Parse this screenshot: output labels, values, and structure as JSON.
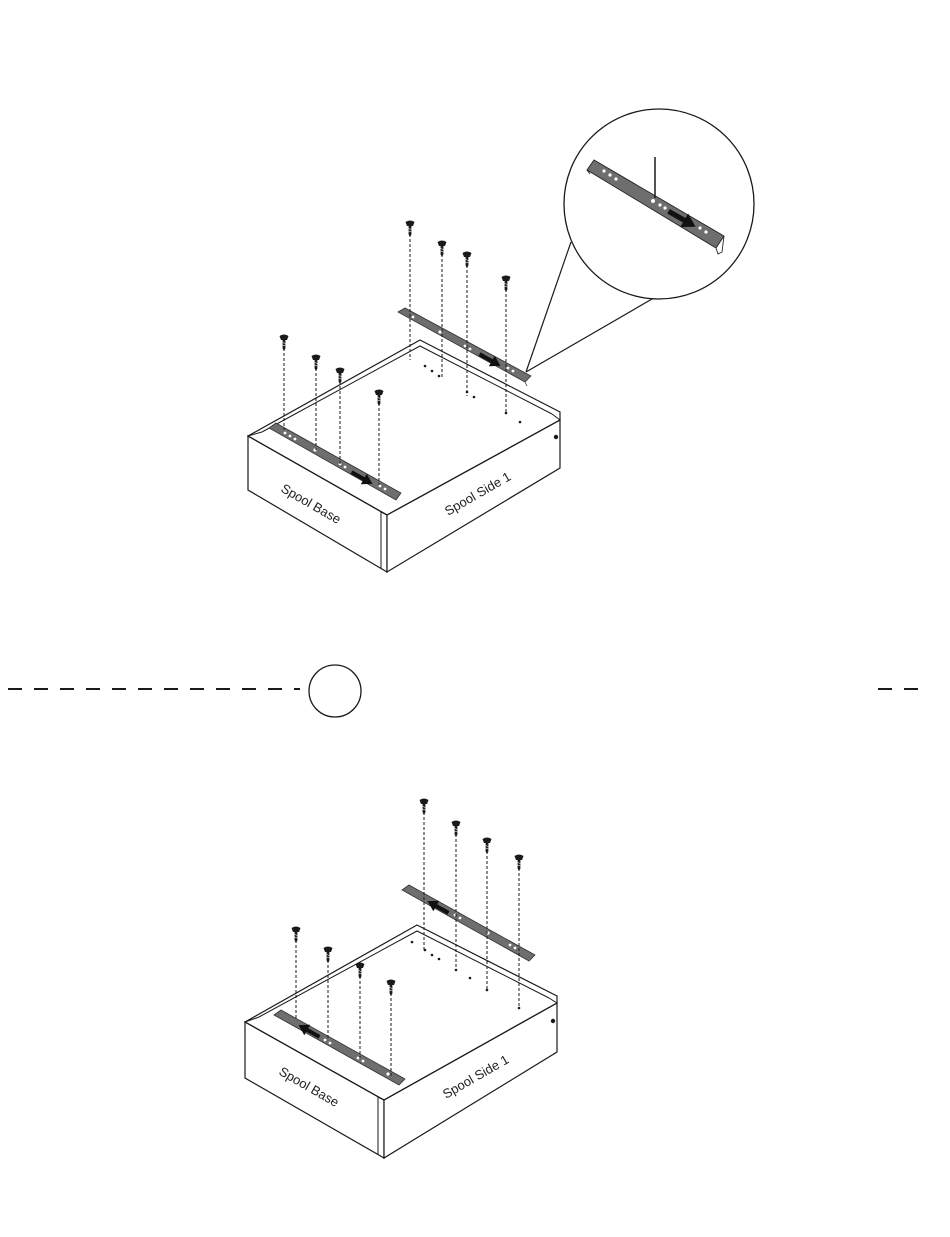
{
  "labels": {
    "spool_base": "Spool Base",
    "spool_side_1": "Spool Side 1"
  },
  "colors": {
    "line": "#1a1a1a",
    "bracket": "#6e6e6e",
    "hole": "#ffffff",
    "arrow": "#111111"
  },
  "icons": {
    "screw": "screw-icon",
    "arrow": "direction-arrow-icon",
    "step_marker": "circle-marker"
  }
}
